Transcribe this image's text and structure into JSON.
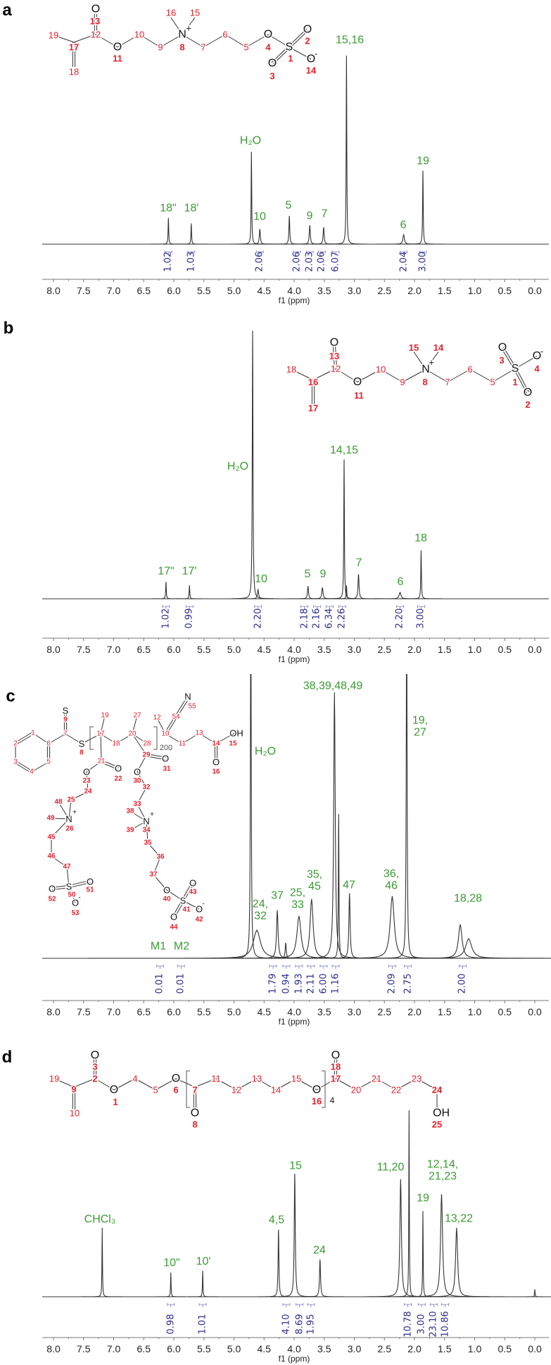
{
  "colors": {
    "peak_label": "#3a9a32",
    "atom_number": "#e3202a",
    "integral": "#2c2c8e",
    "spectrum": "#333333",
    "atom": "#111111"
  },
  "panels": [
    {
      "letter": "a",
      "structure_labels": [
        "O",
        "13",
        "12",
        "19",
        "17",
        "18",
        "O",
        "11",
        "10",
        "9",
        "N",
        "+",
        "8",
        "16",
        "15",
        "7",
        "6",
        "5",
        "O",
        "4",
        "S",
        "1",
        "O",
        "2",
        "O",
        "3",
        "O",
        "-",
        "14"
      ]
    },
    {
      "letter": "b",
      "structure_labels": [
        "O",
        "13",
        "12",
        "18",
        "16",
        "17",
        "O",
        "11",
        "10",
        "9",
        "N",
        "+",
        "8",
        "15",
        "14",
        "7",
        "6",
        "5",
        "S",
        "1",
        "O",
        "3",
        "O",
        "-",
        "4",
        "O",
        "2"
      ]
    },
    {
      "letter": "c",
      "structure_labels": [
        "S",
        "9",
        "7",
        "1",
        "2",
        "6",
        "3",
        "5",
        "4",
        "S",
        "8",
        "17",
        "19",
        "18",
        "20",
        "27",
        "28",
        "200",
        "10",
        "12",
        "54",
        "N",
        "55",
        "11",
        "13",
        "14",
        "OH",
        "15",
        "O",
        "16",
        "21",
        "O",
        "22",
        "O",
        "23",
        "24",
        "25",
        "48",
        "N",
        "+",
        "26",
        "49",
        "45",
        "46",
        "47",
        "S",
        "50",
        "O",
        "51",
        "O",
        "52",
        "O",
        "-",
        "53",
        "29",
        "O",
        "31",
        "O",
        "30",
        "32",
        "33",
        "38",
        "N",
        "+",
        "34",
        "39",
        "35",
        "36",
        "37",
        "O",
        "40",
        "S",
        "41",
        "O",
        "43",
        "O",
        "44",
        "O",
        "-",
        "42"
      ]
    },
    {
      "letter": "d",
      "structure_labels": [
        "O",
        "3",
        "2",
        "19",
        "9",
        "10",
        "O",
        "1",
        "4",
        "5",
        "O",
        "6",
        "7",
        "O",
        "8",
        "11",
        "12",
        "13",
        "14",
        "15",
        "O",
        "16",
        "4",
        "O",
        "18",
        "17",
        "20",
        "21",
        "22",
        "23",
        "24",
        "OH",
        "25"
      ]
    }
  ],
  "chart_data": [
    {
      "type": "line",
      "title": "",
      "xlabel": "f1 (ppm)",
      "xlim": [
        8.0,
        0.0
      ],
      "xticks": [
        "8.0",
        "7.5",
        "7.0",
        "6.5",
        "6.0",
        "5.5",
        "5.0",
        "4.5",
        "4.0",
        "3.5",
        "3.0",
        "2.5",
        "2.0",
        "1.5",
        "1.0",
        "0.5",
        "0.0"
      ],
      "grid": false,
      "peaks": [
        {
          "ppm": 6.09,
          "intensity": 14,
          "width": 0.006
        },
        {
          "ppm": 5.71,
          "intensity": 11,
          "width": 0.006
        },
        {
          "ppm": 4.71,
          "intensity": 49,
          "width": 0.006
        },
        {
          "ppm": 4.57,
          "intensity": 8,
          "width": 0.01
        },
        {
          "ppm": 4.08,
          "intensity": 15,
          "width": 0.008
        },
        {
          "ppm": 3.74,
          "intensity": 10,
          "width": 0.01
        },
        {
          "ppm": 3.51,
          "intensity": 9,
          "width": 0.01
        },
        {
          "ppm": 3.13,
          "intensity": 100,
          "width": 0.006
        },
        {
          "ppm": 2.18,
          "intensity": 5,
          "width": 0.015
        },
        {
          "ppm": 1.86,
          "intensity": 39,
          "width": 0.006
        }
      ],
      "peak_labels": [
        {
          "text": "15,16",
          "ppm": 3.13
        },
        {
          "text": "H₂O",
          "ppm": 4.71
        },
        {
          "text": "19",
          "ppm": 1.86
        },
        {
          "text": "18\"",
          "ppm": 6.09
        },
        {
          "text": "18'",
          "ppm": 5.71
        },
        {
          "text": "10",
          "ppm": 4.57
        },
        {
          "text": "5",
          "ppm": 4.08
        },
        {
          "text": "9",
          "ppm": 3.74
        },
        {
          "text": "7",
          "ppm": 3.51
        },
        {
          "text": "6",
          "ppm": 2.18
        }
      ],
      "integrals": [
        {
          "ppm": 6.09,
          "value": "1.02"
        },
        {
          "ppm": 5.71,
          "value": "1.03"
        },
        {
          "ppm": 4.57,
          "value": "2.06"
        },
        {
          "ppm": 3.95,
          "value": "2.06"
        },
        {
          "ppm": 3.74,
          "value": "2.03"
        },
        {
          "ppm": 3.54,
          "value": "2.06"
        },
        {
          "ppm": 3.31,
          "value": "6.07"
        },
        {
          "ppm": 2.18,
          "value": "2.04"
        },
        {
          "ppm": 1.86,
          "value": "3.00"
        }
      ]
    },
    {
      "type": "line",
      "title": "",
      "xlabel": "f1 (ppm)",
      "xlim": [
        8.0,
        0.0
      ],
      "xticks": [
        "8.0",
        "7.5",
        "7.0",
        "6.5",
        "6.0",
        "5.5",
        "5.0",
        "4.5",
        "4.0",
        "3.5",
        "3.0",
        "2.5",
        "2.0",
        "1.5",
        "1.0",
        "0.5",
        "0.0"
      ],
      "grid": false,
      "peaks": [
        {
          "ppm": 6.13,
          "intensity": 6.3,
          "width": 0.006
        },
        {
          "ppm": 5.74,
          "intensity": 5,
          "width": 0.006
        },
        {
          "ppm": 4.69,
          "intensity": 100,
          "width": 0.007
        },
        {
          "ppm": 4.6,
          "intensity": 3.4,
          "width": 0.012
        },
        {
          "ppm": 3.77,
          "intensity": 4.7,
          "width": 0.01
        },
        {
          "ppm": 3.53,
          "intensity": 4.2,
          "width": 0.012
        },
        {
          "ppm": 3.17,
          "intensity": 52,
          "width": 0.006
        },
        {
          "ppm": 3.13,
          "intensity": 5,
          "width": 0.006
        },
        {
          "ppm": 2.93,
          "intensity": 9.2,
          "width": 0.01
        },
        {
          "ppm": 2.24,
          "intensity": 2.4,
          "width": 0.018
        },
        {
          "ppm": 1.89,
          "intensity": 18,
          "width": 0.006
        }
      ],
      "peak_labels": [
        {
          "text": "H₂O",
          "ppm": 4.69
        },
        {
          "text": "14,15",
          "ppm": 3.17
        },
        {
          "text": "18",
          "ppm": 1.89
        },
        {
          "text": "17\"",
          "ppm": 6.13
        },
        {
          "text": "17'",
          "ppm": 5.74
        },
        {
          "text": "10",
          "ppm": 4.6
        },
        {
          "text": "5",
          "ppm": 3.77
        },
        {
          "text": "9",
          "ppm": 3.53
        },
        {
          "text": "7",
          "ppm": 2.93
        },
        {
          "text": "6",
          "ppm": 2.24
        }
      ],
      "integrals": [
        {
          "ppm": 6.13,
          "value": "1.02"
        },
        {
          "ppm": 5.74,
          "value": "0.99"
        },
        {
          "ppm": 4.6,
          "value": "2.20"
        },
        {
          "ppm": 3.83,
          "value": "2.18"
        },
        {
          "ppm": 3.62,
          "value": "2.16"
        },
        {
          "ppm": 3.41,
          "value": "6.34"
        },
        {
          "ppm": 3.2,
          "value": "2.26"
        },
        {
          "ppm": 2.24,
          "value": "2.20"
        },
        {
          "ppm": 1.89,
          "value": "3.00"
        }
      ]
    },
    {
      "type": "line",
      "title": "",
      "xlabel": "f1 (ppm)",
      "xlim": [
        8.0,
        0.0
      ],
      "xticks": [
        "8.0",
        "7.5",
        "7.0",
        "6.5",
        "6.0",
        "5.5",
        "5.0",
        "4.5",
        "4.0",
        "3.5",
        "3.0",
        "2.5",
        "2.0",
        "1.5",
        "1.0",
        "0.5",
        "0.0"
      ],
      "grid": false,
      "peaks": [
        {
          "ppm": 4.72,
          "intensity": 130,
          "width": 0.008
        },
        {
          "ppm": 4.62,
          "intensity": 10,
          "width": 0.07
        },
        {
          "ppm": 4.28,
          "intensity": 17,
          "width": 0.015
        },
        {
          "ppm": 4.14,
          "intensity": 5.5,
          "width": 0.01
        },
        {
          "ppm": 3.92,
          "intensity": 15,
          "width": 0.04
        },
        {
          "ppm": 3.71,
          "intensity": 21,
          "width": 0.03
        },
        {
          "ppm": 3.33,
          "intensity": 94,
          "width": 0.015
        },
        {
          "ppm": 3.26,
          "intensity": 51,
          "width": 0.006
        },
        {
          "ppm": 3.08,
          "intensity": 23,
          "width": 0.012
        },
        {
          "ppm": 2.37,
          "intensity": 22,
          "width": 0.04
        },
        {
          "ppm": 2.13,
          "intensity": 130,
          "width": 0.008
        },
        {
          "ppm": 1.24,
          "intensity": 12,
          "width": 0.035
        },
        {
          "ppm": 1.1,
          "intensity": 7,
          "width": 0.06
        }
      ],
      "peak_labels": [
        {
          "text": "38,39,48,49",
          "ppm": 3.33
        },
        {
          "text": "19,\n27",
          "ppm": 2.13
        },
        {
          "text": "H₂O",
          "ppm": 4.72
        },
        {
          "text": "24,\n32",
          "ppm": 4.62
        },
        {
          "text": "37",
          "ppm": 4.28
        },
        {
          "text": "25,\n33",
          "ppm": 3.92
        },
        {
          "text": "35,\n45",
          "ppm": 3.71
        },
        {
          "text": "47",
          "ppm": 3.08
        },
        {
          "text": "36,\n46",
          "ppm": 2.37
        },
        {
          "text": "18,28",
          "ppm": 1.24
        },
        {
          "text": "M1",
          "ppm": 6.23
        },
        {
          "text": "M2",
          "ppm": 5.88
        }
      ],
      "integrals": [
        {
          "ppm": 6.23,
          "value": "0.01"
        },
        {
          "ppm": 5.88,
          "value": "0.01"
        },
        {
          "ppm": 4.35,
          "value": "1.79"
        },
        {
          "ppm": 4.13,
          "value": "0.94"
        },
        {
          "ppm": 3.92,
          "value": "1.93"
        },
        {
          "ppm": 3.72,
          "value": "2.11"
        },
        {
          "ppm": 3.51,
          "value": "6.00"
        },
        {
          "ppm": 3.31,
          "value": "1.16"
        },
        {
          "ppm": 2.37,
          "value": "2.09"
        },
        {
          "ppm": 2.11,
          "value": "2.75"
        },
        {
          "ppm": 1.2,
          "value": "2.00"
        }
      ]
    },
    {
      "type": "line",
      "title": "",
      "xlabel": "f1 (ppm)",
      "xlim": [
        8.0,
        0.0
      ],
      "xticks": [
        "8.0",
        "7.5",
        "7.0",
        "6.5",
        "6.0",
        "5.5",
        "5.0",
        "4.5",
        "4.0",
        "3.5",
        "3.0",
        "2.5",
        "2.0",
        "1.5",
        "1.0",
        "0.5",
        "0.0"
      ],
      "grid": false,
      "peaks": [
        {
          "ppm": 7.19,
          "intensity": 37,
          "width": 0.005
        },
        {
          "ppm": 6.05,
          "intensity": 13,
          "width": 0.005
        },
        {
          "ppm": 5.52,
          "intensity": 14,
          "width": 0.005
        },
        {
          "ppm": 4.26,
          "intensity": 36,
          "width": 0.008
        },
        {
          "ppm": 3.99,
          "intensity": 66,
          "width": 0.01
        },
        {
          "ppm": 3.57,
          "intensity": 20,
          "width": 0.01
        },
        {
          "ppm": 2.23,
          "intensity": 63,
          "width": 0.015
        },
        {
          "ppm": 2.09,
          "intensity": 100,
          "width": 0.005
        },
        {
          "ppm": 1.86,
          "intensity": 46,
          "width": 0.005
        },
        {
          "ppm": 1.55,
          "intensity": 55,
          "width": 0.02
        },
        {
          "ppm": 1.3,
          "intensity": 37,
          "width": 0.02
        },
        {
          "ppm": 0.0,
          "intensity": 4,
          "width": 0.005
        }
      ],
      "peak_labels": [
        {
          "text": "CHCl₃",
          "ppm": 7.19
        },
        {
          "text": "10\"",
          "ppm": 6.05
        },
        {
          "text": "10'",
          "ppm": 5.52
        },
        {
          "text": "4,5",
          "ppm": 4.26
        },
        {
          "text": "15",
          "ppm": 3.99
        },
        {
          "text": "24",
          "ppm": 3.57
        },
        {
          "text": "11,20",
          "ppm": 2.23
        },
        {
          "text": "19",
          "ppm": 1.86
        },
        {
          "text": "12,14,\n21,23",
          "ppm": 1.55
        },
        {
          "text": "13,22",
          "ppm": 1.3
        }
      ],
      "integrals": [
        {
          "ppm": 6.05,
          "value": "0.98"
        },
        {
          "ppm": 5.52,
          "value": "1.01"
        },
        {
          "ppm": 4.13,
          "value": "4.10"
        },
        {
          "ppm": 3.91,
          "value": "8.69"
        },
        {
          "ppm": 3.72,
          "value": "1.95"
        },
        {
          "ppm": 2.11,
          "value": "10.78"
        },
        {
          "ppm": 1.88,
          "value": "3.00"
        },
        {
          "ppm": 1.68,
          "value": "23.10"
        },
        {
          "ppm": 1.49,
          "value": "10.86"
        }
      ]
    }
  ]
}
